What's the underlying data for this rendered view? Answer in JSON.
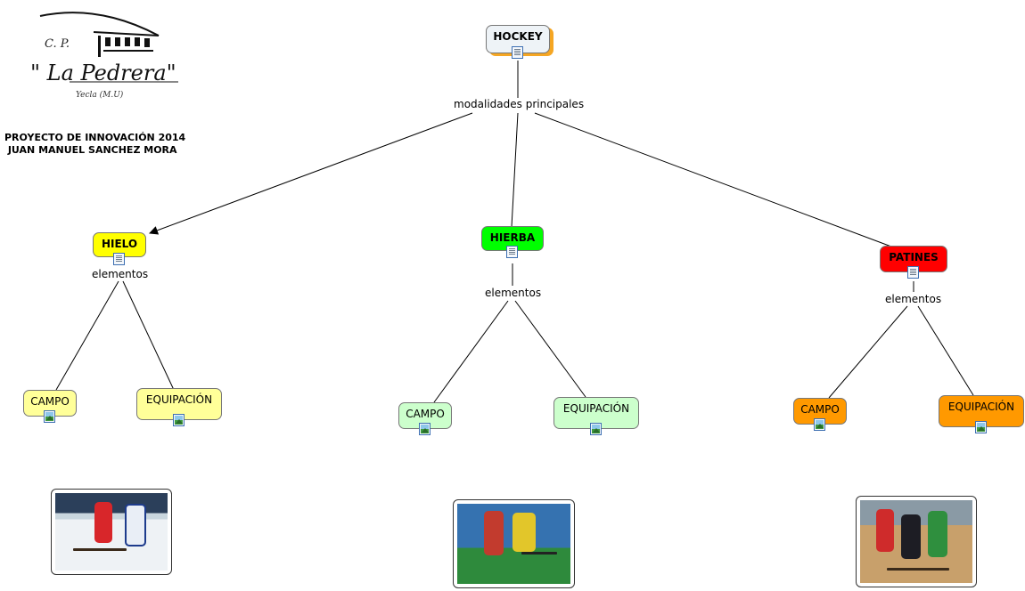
{
  "school_logo": {
    "prefix": "C. P.",
    "name": "\" La Pedrera\"",
    "town": "Yecla (M.U)"
  },
  "project": {
    "line1": "PROYECTO DE INNOVACIÓN 2014",
    "line2": " JUAN MANUEL SANCHEZ MORA"
  },
  "concept_map": {
    "root": {
      "label": "HOCKEY",
      "color": "#eef3f7",
      "icon": "document-icon"
    },
    "root_link": "modalidades principales",
    "branches": [
      {
        "label": "HIELO",
        "color": "#ffff00",
        "link": "elementos",
        "children": [
          {
            "label": "CAMPO",
            "color": "#ffff99",
            "icon": "image-icon"
          },
          {
            "label": "EQUIPACIÓN",
            "color": "#ffff99",
            "icon": "image-icon"
          }
        ],
        "photo": "ice-hockey-photo"
      },
      {
        "label": "HIERBA",
        "color": "#00ff00",
        "link": "elementos",
        "children": [
          {
            "label": "CAMPO",
            "color": "#ccffcc",
            "icon": "image-icon"
          },
          {
            "label": "EQUIPACIÓN",
            "color": "#ccffcc",
            "icon": "image-icon"
          }
        ],
        "photo": "field-hockey-photo"
      },
      {
        "label": "PATINES",
        "color": "#ff0000",
        "link": "elementos",
        "children": [
          {
            "label": "CAMPO",
            "color": "#ff9900",
            "icon": "image-icon"
          },
          {
            "label": "EQUIPACIÓN",
            "color": "#ff9900",
            "icon": "image-icon"
          }
        ],
        "photo": "roller-hockey-photo"
      }
    ]
  }
}
